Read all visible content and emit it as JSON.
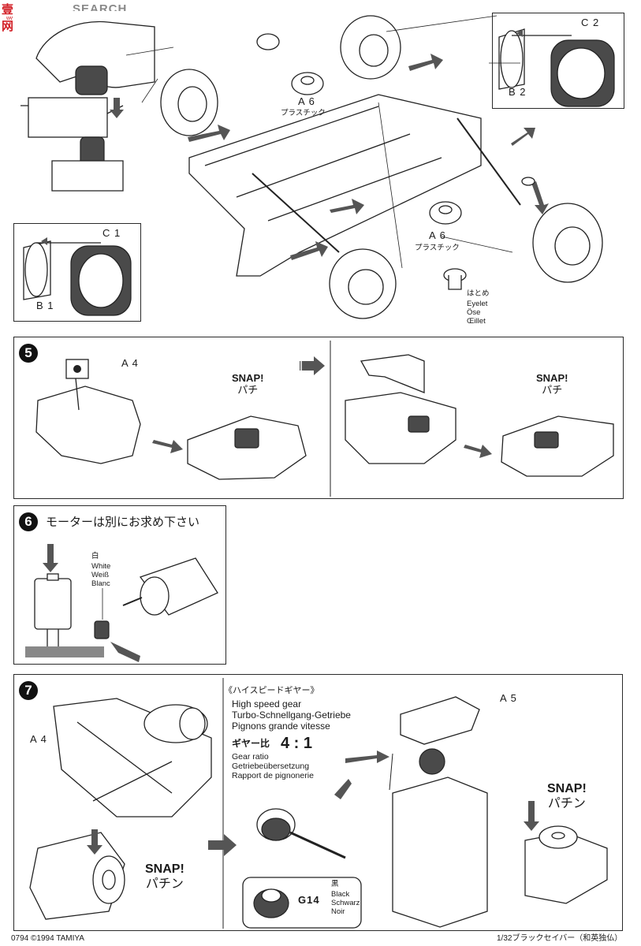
{
  "header": {
    "logo_text": "SEARCH",
    "logo_glyphs": "壹 网",
    "watermark_url": "www.e.com"
  },
  "step4": {
    "part_a6_top": "A 6",
    "plastic_top": "プラスチック",
    "part_a6_bottom": "A 6",
    "plastic_bottom": "プラスチック",
    "part_c1": "C 1",
    "part_b1": "B 1",
    "part_c2": "C 2",
    "part_b2": "B 2",
    "eyelet_jp": "はとめ",
    "eyelet_en": "Eyelet",
    "eyelet_de": "Öse",
    "eyelet_fr": "Œillet"
  },
  "step5": {
    "number": "5",
    "part_a4": "A 4",
    "snap1_en": "SNAP!",
    "snap1_jp": "パチ",
    "snap2_en": "SNAP!",
    "snap2_jp": "パチ"
  },
  "step6": {
    "number": "6",
    "title": "モーターは別にお求め下さい",
    "color_jp": "白",
    "color_en": "White",
    "color_de": "Weiß",
    "color_fr": "Blanc"
  },
  "step7": {
    "number": "7",
    "part_a4": "A 4",
    "part_a5": "A 5",
    "hs_title_jp": "《ハイスピードギヤー》",
    "hs_en": "High speed gear",
    "hs_de": "Turbo-Schnellgang-Getriebe",
    "hs_fr": "Pignons grande vitesse",
    "ratio_jp": "ギヤー比",
    "ratio_value": "4 : 1",
    "ratio_en": "Gear ratio",
    "ratio_de": "Getriebeübersetzung",
    "ratio_fr": "Rapport de pignonerie",
    "snap_left_en": "SNAP!",
    "snap_left_jp": "パチン",
    "snap_right_en": "SNAP!",
    "snap_right_jp": "パチン",
    "part_g14": "G14",
    "g14_color_jp": "黒",
    "g14_color_en": "Black",
    "g14_color_de": "Schwarz",
    "g14_color_fr": "Noir"
  },
  "footer": {
    "left": "0794  ©1994 TAMIYA",
    "right": "1/32ブラックセイバー（和英独仏）"
  },
  "colors": {
    "ink": "#1a1a1a",
    "brand_red": "#d21f26",
    "brand_gray": "#8a8a8a",
    "tire": "#4a4a4a",
    "arrow": "#555555"
  }
}
